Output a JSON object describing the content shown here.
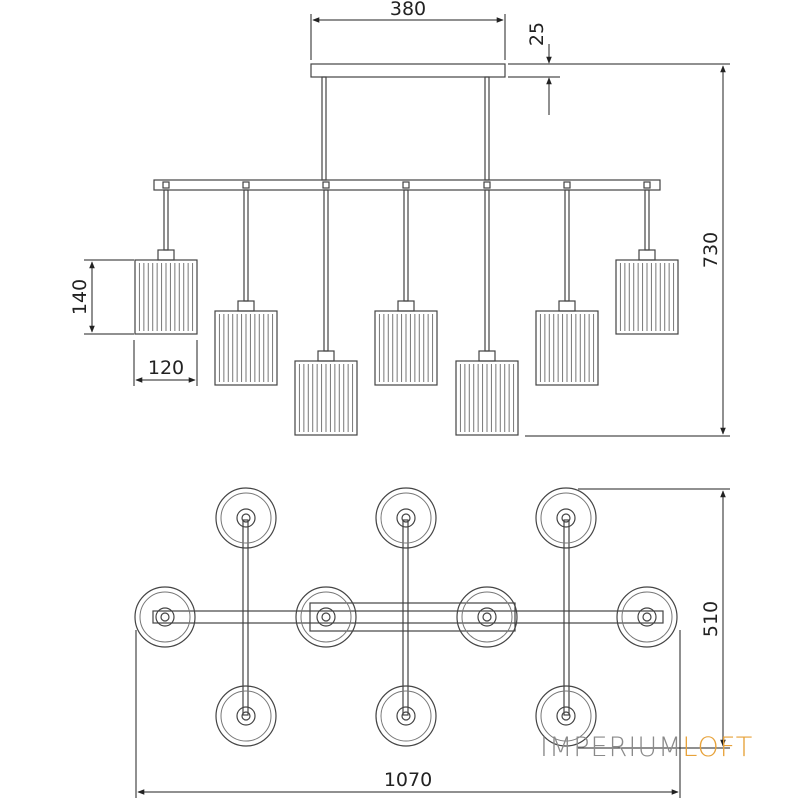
{
  "dimensions": {
    "top_plate_width": "380",
    "top_plate_height": "25",
    "overall_height": "730",
    "shade_height": "140",
    "shade_width": "120",
    "plan_depth": "510",
    "overall_length": "1070"
  },
  "watermark": {
    "part1": "IMPERIUM",
    "part2": "LOFT"
  },
  "colors": {
    "line": "#444444",
    "watermark_gray": "#8a8a8a",
    "watermark_orange": "#e7a23a"
  }
}
